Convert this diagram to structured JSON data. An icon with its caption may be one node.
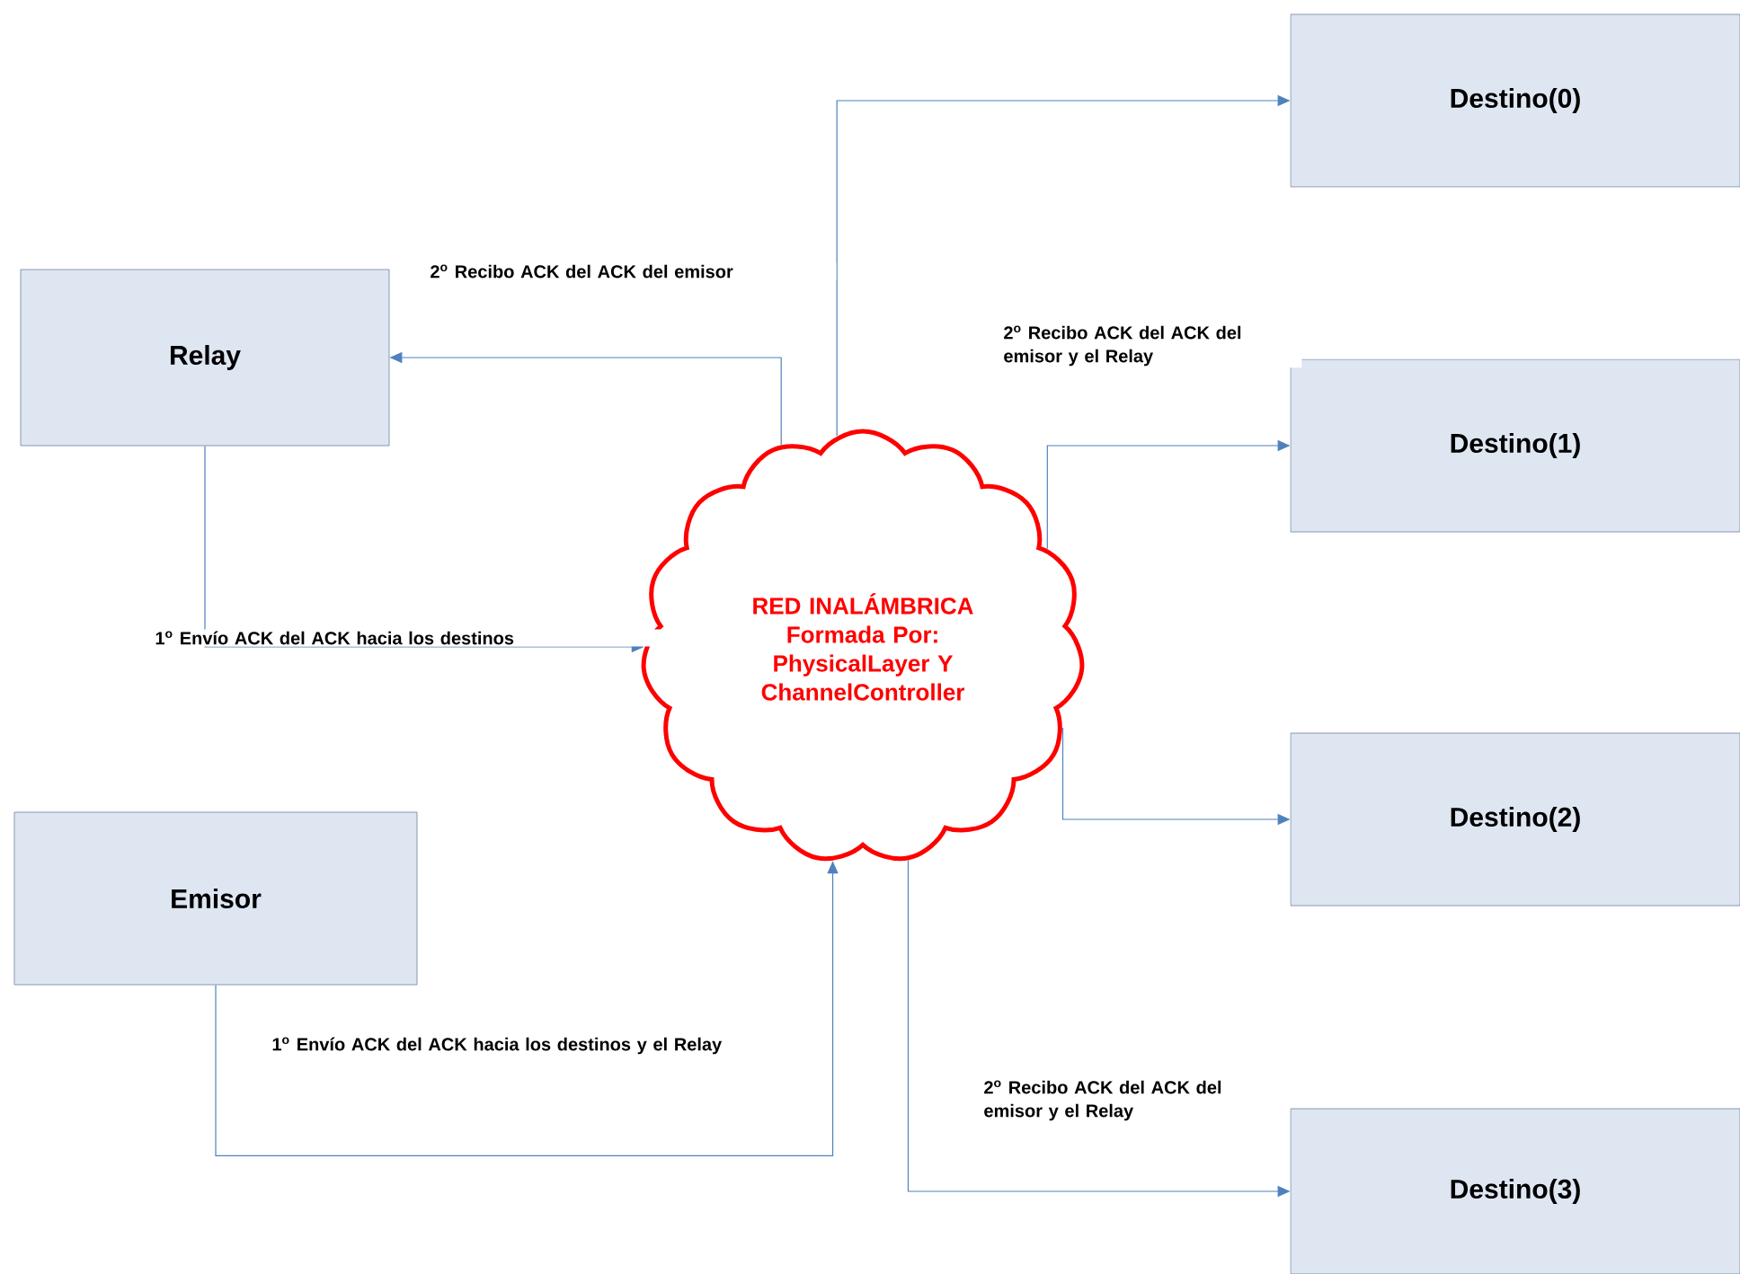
{
  "diagram": {
    "nodes": [
      {
        "text": [
          "Relay"
        ]
      },
      {
        "text": [
          "Emisor"
        ]
      },
      {
        "text": [
          "RED INALÁMBRICA Formada Por: PhysicalLayer Y ChannelController"
        ]
      },
      {
        "text": [
          "Destino(0)"
        ]
      },
      {
        "text": [
          "Destino(1)"
        ]
      },
      {
        "text": [
          "Destino(2)"
        ]
      },
      {
        "text": [
          "Destino(3)"
        ]
      }
    ],
    "edges": [
      {
        "from": 2,
        "to": 0,
        "arrow": "to",
        "label": "2$^{o}$ Recibo ACK del ACK del emisor"
      },
      {
        "from": 0,
        "to": 2,
        "arrow": "to",
        "label": "1$^{o}$ Envío ACK del ACK hacia los destinos"
      },
      {
        "from": 1,
        "to": 2,
        "arrow": "to",
        "label": "1$^{o}$ Envío ACK del ACK hacia los destinos y el Relay"
      },
      {
        "from": 2,
        "to": 3,
        "arrow": "to"
      },
      {
        "from": 2,
        "to": 4,
        "arrow": "to",
        "label": "2$^{o}$ Recibo ACK del ACK del emisor y el Relay"
      },
      {
        "from": 2,
        "to": 5,
        "arrow": "to"
      },
      {
        "from": 2,
        "to": 6,
        "arrow": "to",
        "label": "2$^{o}$ Recibo ACK del ACK del emisor y el Relay"
      }
    ]
  }
}
